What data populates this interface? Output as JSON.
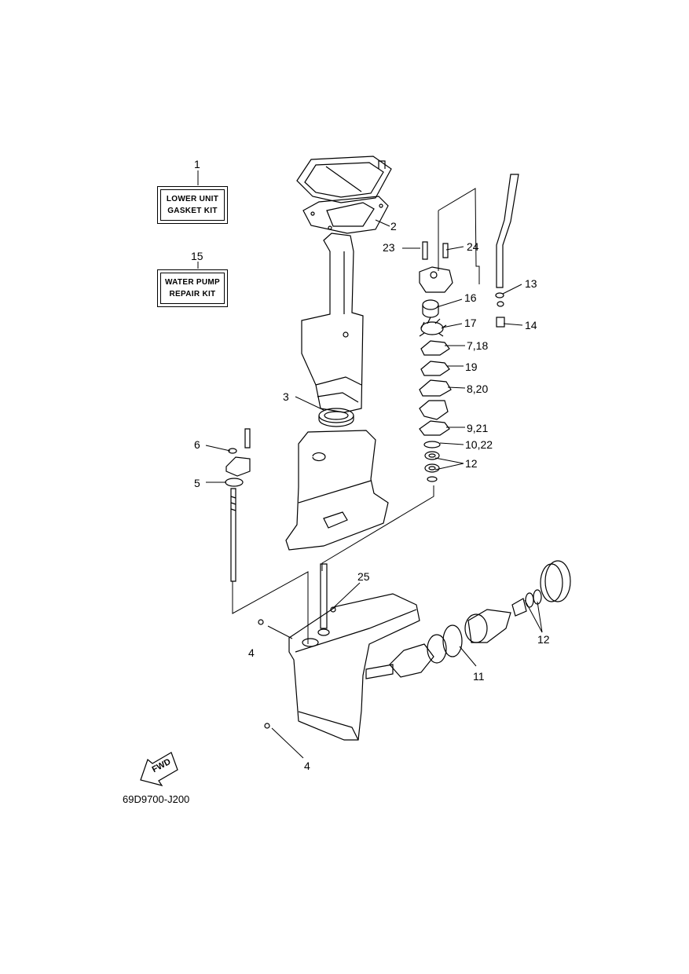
{
  "kits": [
    {
      "ref": "1",
      "lines": [
        "LOWER UNIT",
        "GASKET KIT"
      ]
    },
    {
      "ref": "15",
      "lines": [
        "WATER PUMP",
        "REPAIR KIT"
      ]
    }
  ],
  "callouts": [
    "2",
    "3",
    "4",
    "4",
    "5",
    "6",
    "7,18",
    "8,20",
    "9,21",
    "10,22",
    "11",
    "12",
    "12",
    "13",
    "14",
    "16",
    "17",
    "19",
    "23",
    "24",
    "25"
  ],
  "orientation_label": "FWD",
  "diagram_code": "69D9700-J200"
}
